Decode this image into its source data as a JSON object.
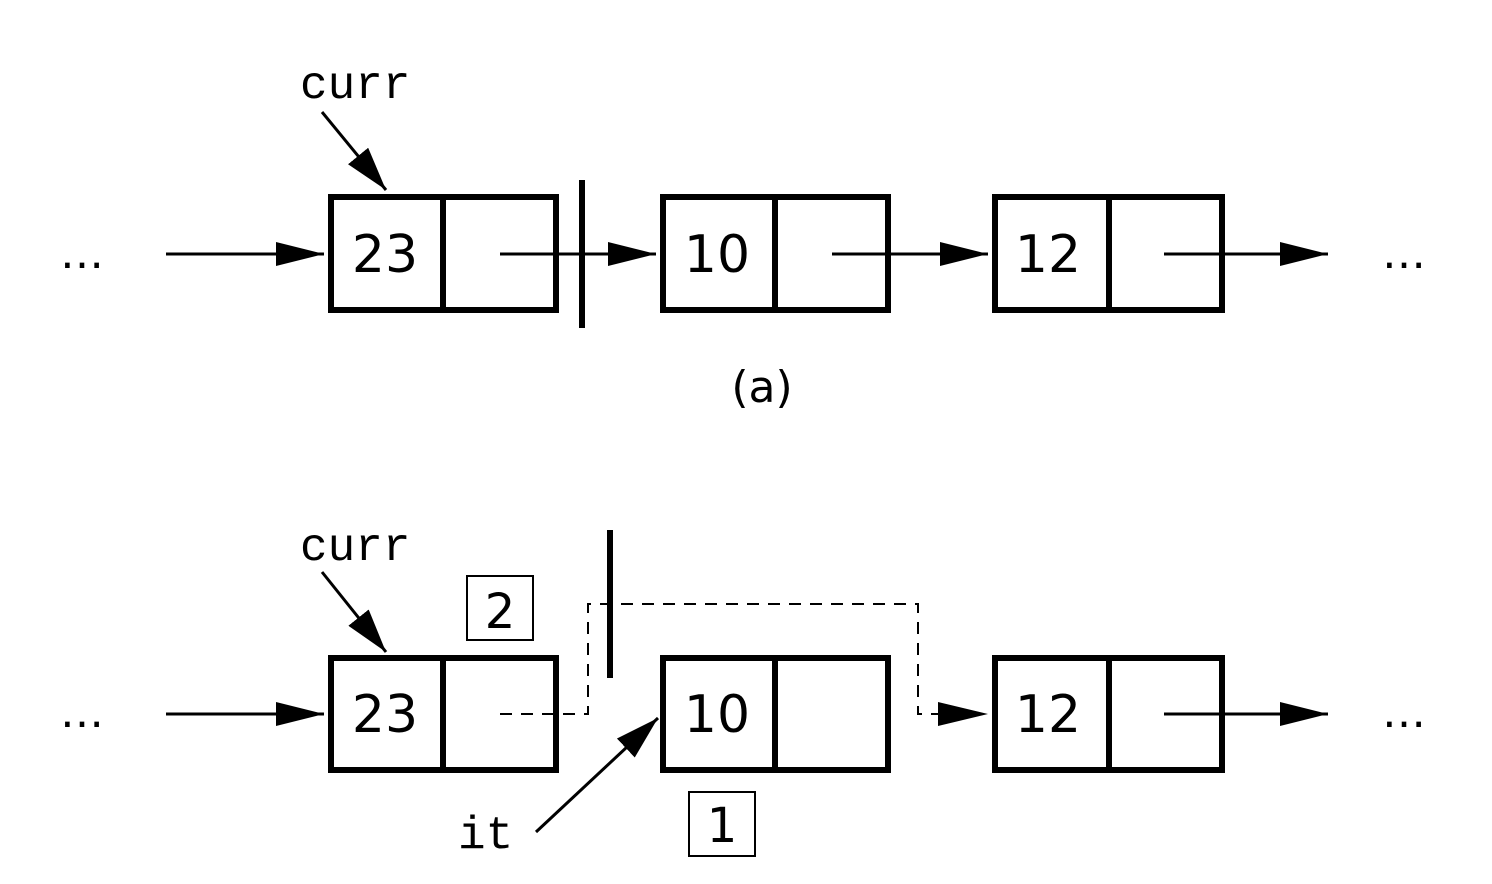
{
  "colors": {
    "ink": "#000000",
    "background": "#ffffff"
  },
  "panel_a": {
    "caption": "(a)",
    "pointer_label": "curr",
    "ellipsis_left": "…",
    "ellipsis_right": "…",
    "nodes": [
      {
        "value": "23"
      },
      {
        "value": "10"
      },
      {
        "value": "12"
      }
    ]
  },
  "panel_b": {
    "pointer_label": "curr",
    "iterator_label": "it",
    "step_labels": [
      "1",
      "2"
    ],
    "ellipsis_left": "…",
    "ellipsis_right": "…",
    "nodes": [
      {
        "value": "23"
      },
      {
        "value": "10"
      },
      {
        "value": "12"
      }
    ]
  }
}
